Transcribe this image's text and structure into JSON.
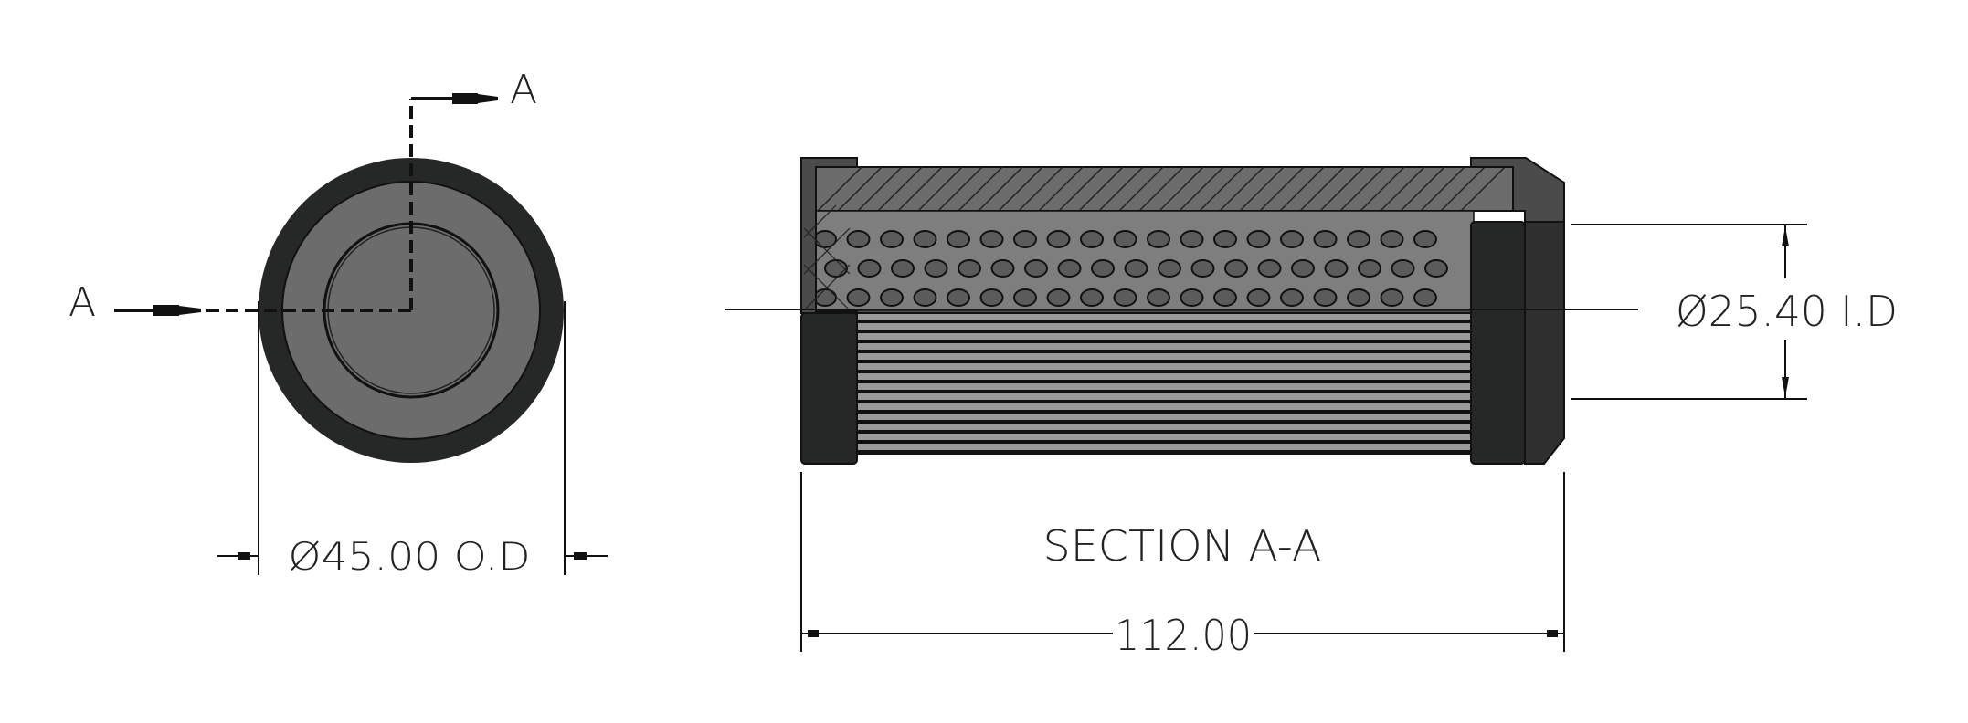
{
  "drawing": {
    "front_view": {
      "section_label_top": "A",
      "section_label_left": "A",
      "od_dimension": "Ø45.00 O.D"
    },
    "section_view": {
      "title": "SECTION A-A",
      "id_dimension": "Ø25.40 I.D",
      "length_dimension": "112.00"
    }
  },
  "colors": {
    "line": "#111111",
    "dark_part": "#262827",
    "gray_part": "#6b6c6b",
    "light_part": "#8c8c8c"
  }
}
